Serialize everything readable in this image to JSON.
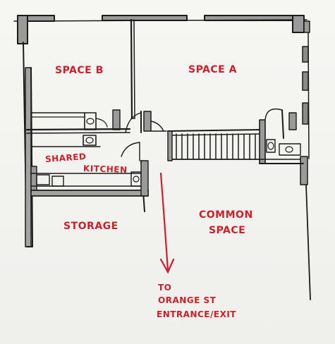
{
  "plan": {
    "labels": {
      "space_b": "SPACE B",
      "space_a": "SPACE A",
      "shared": "SHARED",
      "kitchen": "KITCHEN",
      "storage": "STORAGE",
      "common_1": "COMMON",
      "common_2": "SPACE",
      "to": "TO",
      "orange_st": "ORANGE ST",
      "entrance_exit": "ENTRANCE/EXIT"
    },
    "colors": {
      "ink": "#1b1b1b",
      "wall_fill": "#9a9a9a",
      "label_red": "#d11f2a",
      "paper": "#f4f4f1"
    }
  }
}
